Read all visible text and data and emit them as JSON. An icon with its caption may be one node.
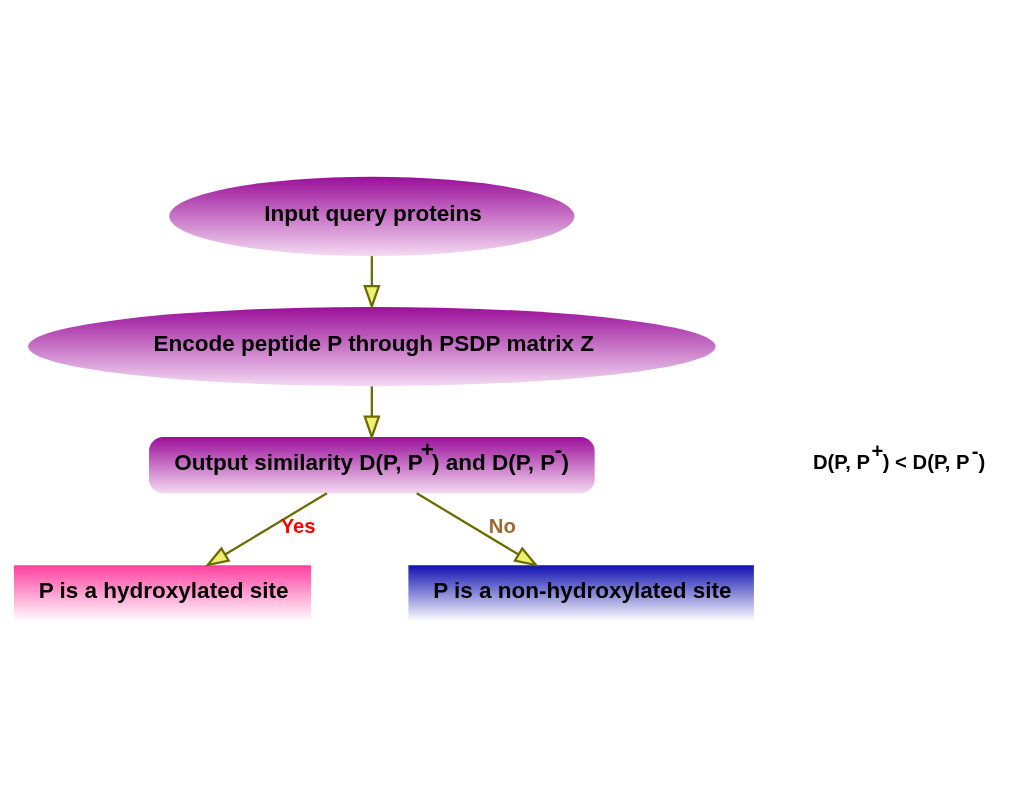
{
  "diagram": {
    "nodes": [
      {
        "text": [
          "Input query proteins"
        ]
      },
      {
        "text": [
          "Encode peptide P through PSDP matrix Z"
        ]
      },
      {
        "text": [
          "Output similarity D(P, P$^{+}$) and D(P, P$^{-}$)"
        ]
      },
      {
        "text": [
          "P is a hydroxylated site"
        ]
      },
      {
        "text": [
          "P is a non-hydroxylated site"
        ]
      }
    ],
    "edges": [
      {
        "from": 0,
        "to": 1,
        "arrow": "to"
      },
      {
        "from": 1,
        "to": 2,
        "arrow": "to"
      },
      {
        "from": 2,
        "to": 3,
        "arrow": "to",
        "label": "Yes"
      },
      {
        "from": 2,
        "to": 4,
        "arrow": "to",
        "label": "No"
      }
    ],
    "labels": [
      "D(P, P$^{+}$) < D(P, P$^{-}$)"
    ]
  }
}
